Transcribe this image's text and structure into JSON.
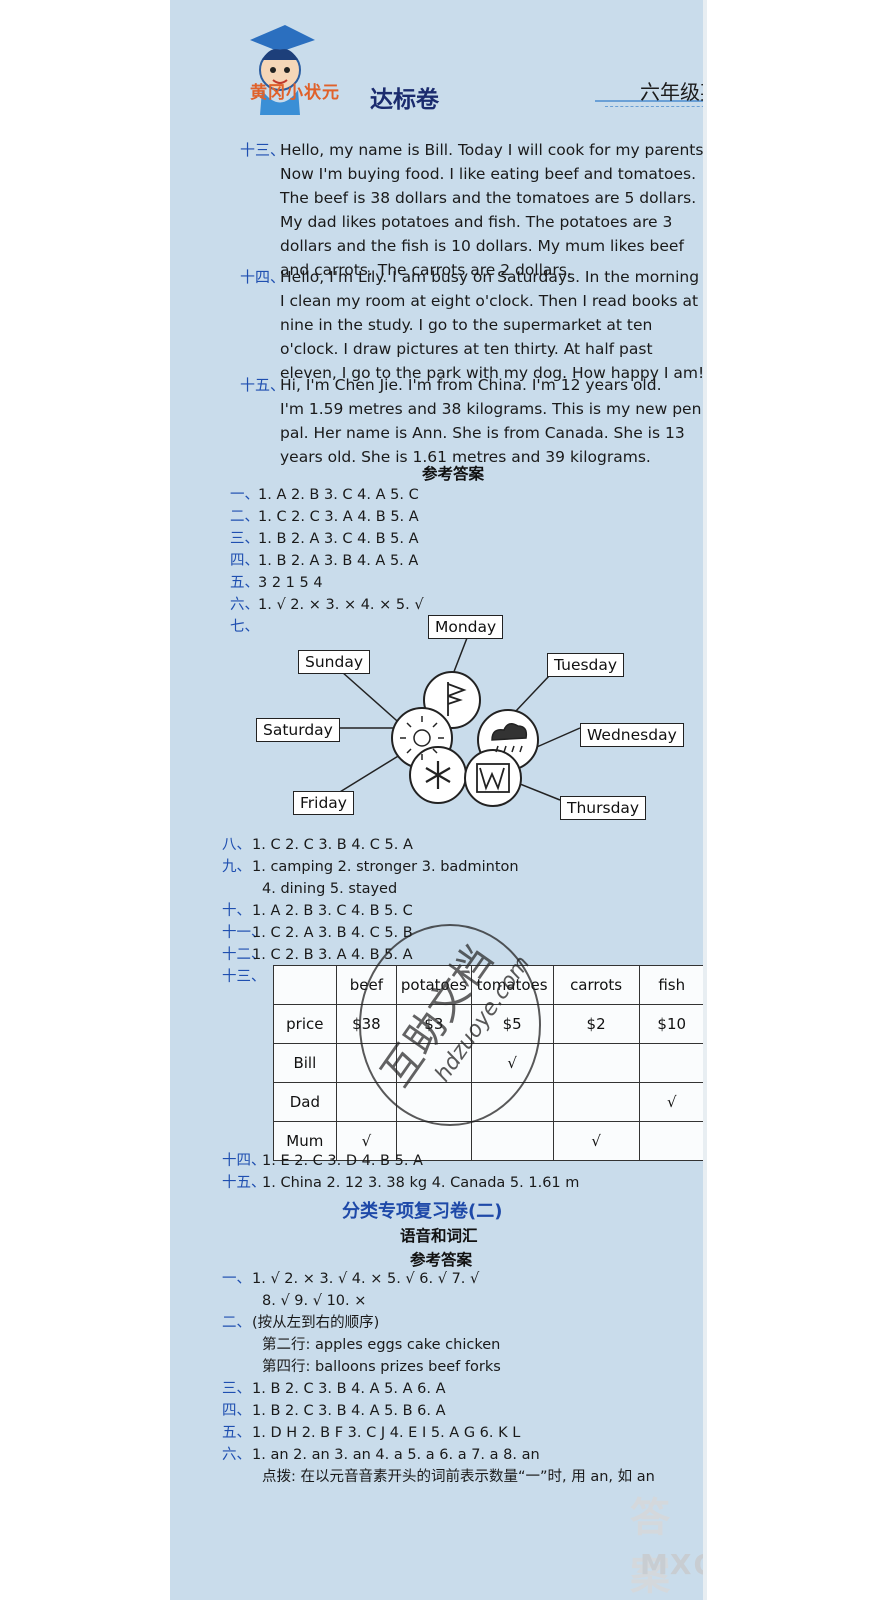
{
  "header": {
    "brand": "黄冈小状元",
    "title": "达标卷",
    "grade": "六年级英"
  },
  "passages": [
    {
      "num": "十三、",
      "lines": [
        "Hello, my name is Bill. Today I will cook for my parents.",
        "Now I'm buying food. I like eating beef and tomatoes.",
        "The beef is 38 dollars and the tomatoes are 5 dollars.",
        "My dad likes potatoes and fish. The potatoes are 3",
        "dollars and the fish is 10 dollars. My mum likes beef",
        "and carrots. The carrots are 2 dollars."
      ]
    },
    {
      "num": "十四、",
      "lines": [
        "Hello, I'm Lily. I am busy on Saturdays. In the morning",
        "I clean my room at eight o'clock. Then I read books at",
        "nine in the study. I go to the supermarket at ten",
        "o'clock. I draw pictures at ten thirty. At half past",
        "eleven, I go to the park with my dog. How happy I am!"
      ]
    },
    {
      "num": "十五、",
      "lines": [
        "Hi, I'm Chen Jie. I'm from China. I'm 12 years old.",
        "I'm 1.59 metres and 38 kilograms. This is my new pen",
        "pal. Her name is Ann. She is from Canada. She is 13",
        "years old. She is 1.61 metres and 39 kilograms."
      ]
    }
  ],
  "answer_heading": "参考答案",
  "answers_a": [
    {
      "num": "一、",
      "text": "1. A   2. B   3. C   4. A   5. C"
    },
    {
      "num": "二、",
      "text": "1. C   2. C   3. A   4. B   5. A"
    },
    {
      "num": "三、",
      "text": "1. B   2. A   3. C   4. B   5. A"
    },
    {
      "num": "四、",
      "text": "1. B   2. A   3. B   4. A   5. A"
    },
    {
      "num": "五、",
      "text": "3   2   1   5   4"
    },
    {
      "num": "六、",
      "text": "1. √   2. ×   3. ×   4. ×   5. √"
    },
    {
      "num": "七、",
      "text": ""
    }
  ],
  "diagram": {
    "days": [
      "Monday",
      "Sunday",
      "Tuesday",
      "Saturday",
      "Wednesday",
      "Friday",
      "Thursday"
    ],
    "weather_icons": [
      "sun-icon",
      "wind-flag-icon",
      "cloud-rain-icon",
      "snowflake-icon",
      "wind-w-icon"
    ]
  },
  "answers_b": [
    {
      "num": "八、",
      "text": "1. C   2. C   3. B   4. C   5. A"
    },
    {
      "num": "九、",
      "text": "1. camping   2. stronger   3. badminton"
    },
    {
      "num": "",
      "text": "4. dining   5. stayed"
    },
    {
      "num": "十、",
      "text": "1. A   2. B   3. C   4. B   5. C"
    },
    {
      "num": "十一、",
      "text": "1. C   2. A   3. B   4. C   5. B"
    },
    {
      "num": "十二、",
      "text": "1. C   2. B   3. A   4. B   5. A"
    },
    {
      "num": "十三、",
      "text": ""
    }
  ],
  "table": {
    "headers": [
      "",
      "beef",
      "potatoes",
      "tomatoes",
      "carrots",
      "fish"
    ],
    "rows": [
      [
        "price",
        "$38",
        "$3",
        "$5",
        "$2",
        "$10"
      ],
      [
        "Bill",
        "",
        "",
        "√",
        "",
        ""
      ],
      [
        "Dad",
        "",
        "",
        "",
        "",
        "√"
      ],
      [
        "Mum",
        "√",
        "",
        "",
        "√",
        ""
      ]
    ]
  },
  "answers_c": [
    {
      "num": "十四、",
      "text": "1. E   2. C   3. D   4. B   5. A"
    },
    {
      "num": "十五、",
      "text": "1. China   2. 12   3. 38 kg   4. Canada   5. 1.61 m"
    }
  ],
  "section2": {
    "title": "分类专项复习卷(二)",
    "subtitle": "语音和词汇",
    "answer_heading": "参考答案"
  },
  "answers_d": [
    {
      "num": "一、",
      "text": "1. √   2. ×   3. √   4. ×   5. √   6. √   7. √"
    },
    {
      "num": "",
      "text": "8. √   9. √   10. ×"
    },
    {
      "num": "二、",
      "text": "(按从左到右的顺序)"
    },
    {
      "num": "",
      "text": "第二行: apples   eggs   cake   chicken"
    },
    {
      "num": "",
      "text": "第四行: balloons   prizes   beef   forks"
    },
    {
      "num": "三、",
      "text": "1. B   2. C   3. B   4. A   5. A   6. A"
    },
    {
      "num": "四、",
      "text": "1. B   2. C   3. B   4. A   5. B   6. A"
    },
    {
      "num": "五、",
      "text": "1. D   H   2. B   F   3. C   J   4. E   I   5. A   G   6. K   L"
    },
    {
      "num": "六、",
      "text": "1. an   2. an   3. an   4. a   5. a   6. a   7. a   8. an"
    },
    {
      "num": "",
      "text": "点拨: 在以元音音素开头的词前表示数量“一”时, 用 an, 如 an"
    }
  ],
  "watermark": {
    "stamp": "互助文档",
    "url": "hdzuoye.com",
    "corner": "答案圈",
    "corner_url": "MXQE.COM"
  },
  "colors": {
    "page": "#c9dceb",
    "accent": "#1f4fb0",
    "brand": "#e0612a"
  }
}
